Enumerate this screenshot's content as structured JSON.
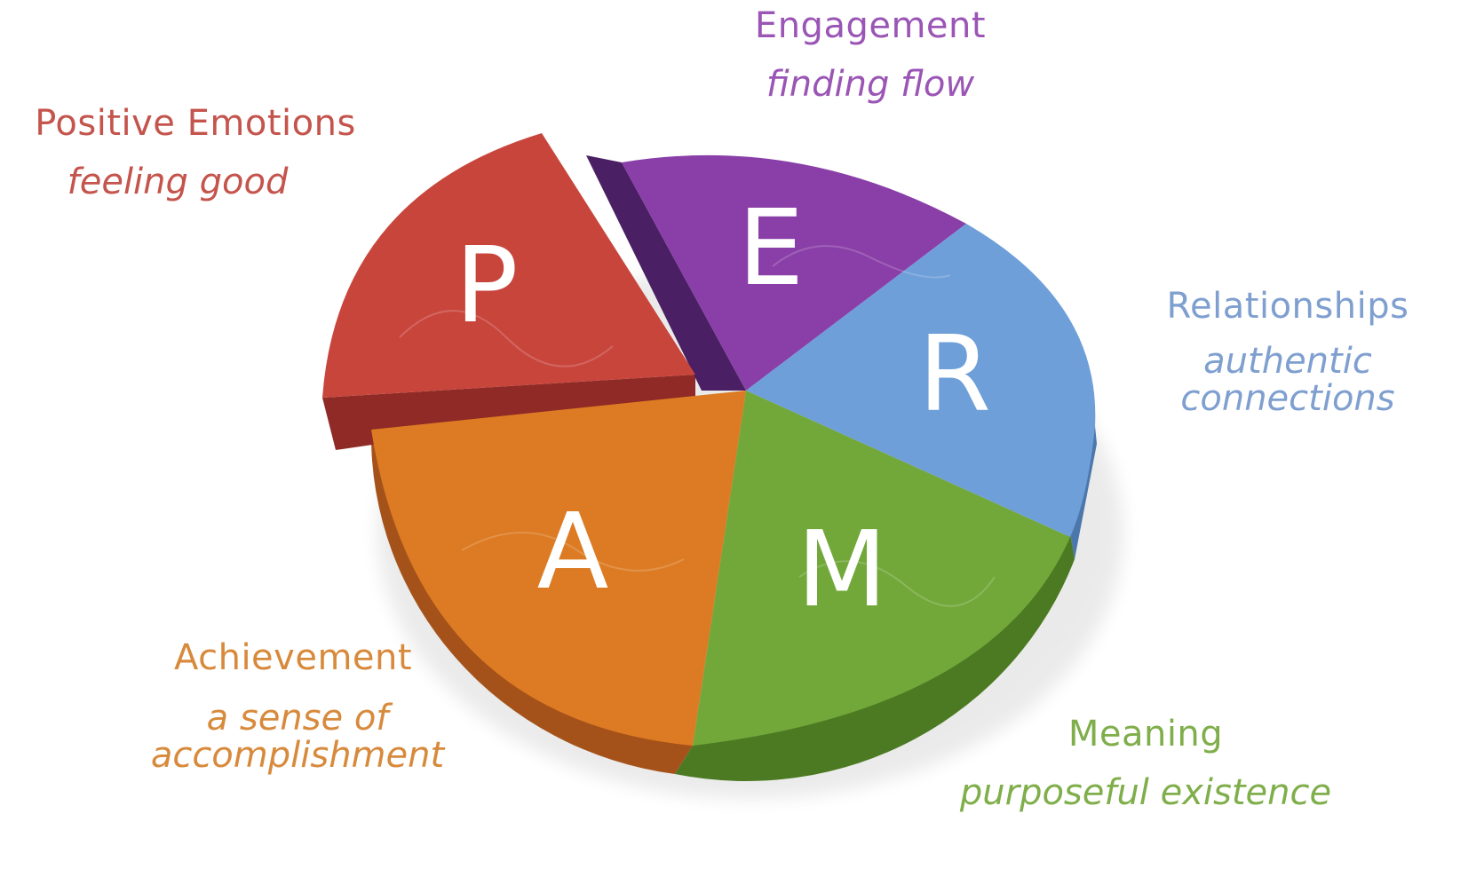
{
  "segments": [
    {
      "key": "P",
      "letter": "P",
      "title": "Positive Emotions",
      "subtitle": "feeling good",
      "color": "#c8453c",
      "side": "#8f2a26",
      "text_color": "#c4544c"
    },
    {
      "key": "E",
      "letter": "E",
      "title": "Engagement",
      "subtitle": "finding flow",
      "color": "#8a3fa8",
      "side": "#4a1f63",
      "text_color": "#9a55b5"
    },
    {
      "key": "R",
      "letter": "R",
      "title": "Relationships",
      "subtitle_line1": "authentic",
      "subtitle_line2": "connections",
      "color": "#6e9fd9",
      "side": "#4b77ac",
      "text_color": "#7e9fd0"
    },
    {
      "key": "M",
      "letter": "M",
      "title": "Meaning",
      "subtitle": "purposeful existence",
      "color": "#72a83a",
      "side": "#4c7a22",
      "text_color": "#7fae4a"
    },
    {
      "key": "A",
      "letter": "A",
      "title": "Achievement",
      "subtitle_line1": "a sense of",
      "subtitle_line2": "accomplishment",
      "color": "#dc7b23",
      "side": "#a5521a",
      "text_color": "#d88a3c"
    }
  ]
}
